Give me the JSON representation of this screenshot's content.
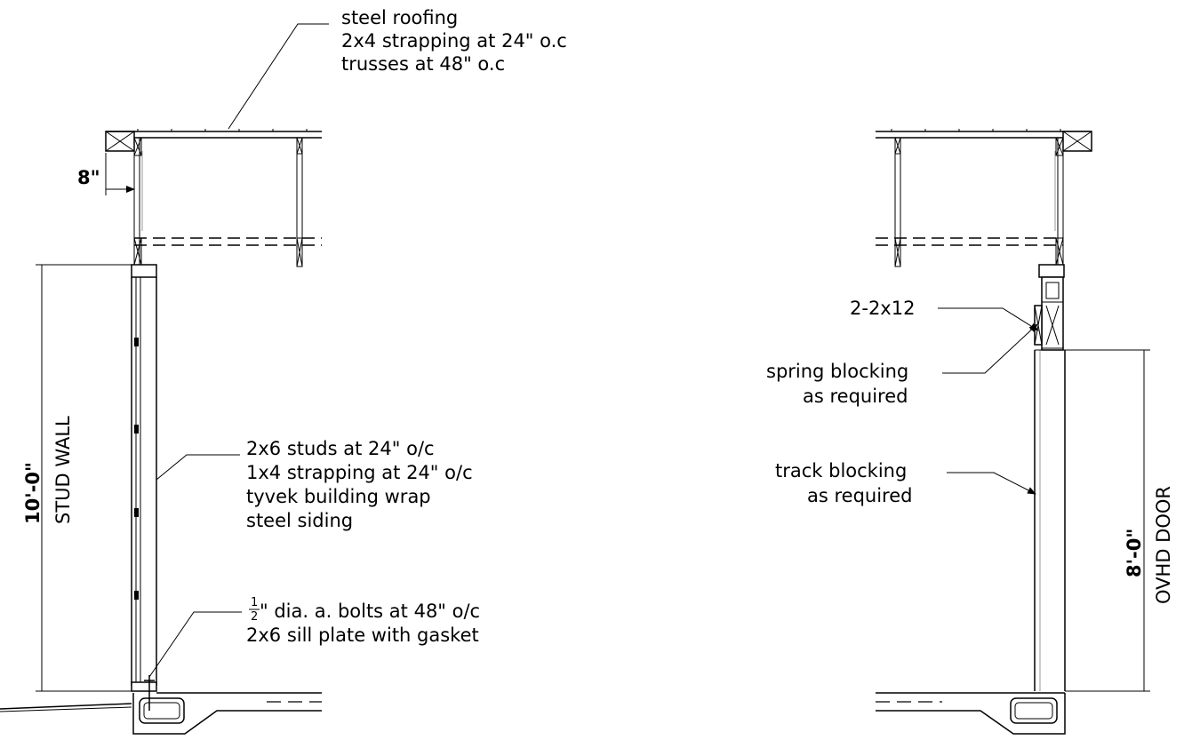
{
  "notes": {
    "roof": [
      "steel roofing",
      "2x4 strapping at 24\" o.c",
      "trusses at 48\" o.c"
    ],
    "overhang": "8\"",
    "wall": [
      "2x6 studs at 24\" o/c",
      "1x4 strapping at 24\" o/c",
      "tyvek building wrap",
      "steel siding"
    ],
    "bolts_frac": "1",
    "bolts_den": "2",
    "bolts": [
      "\" dia. a. bolts at 48\" o/c",
      "2x6 sill plate with gasket"
    ],
    "header": "2-2x12",
    "spring": [
      "spring blocking",
      "as required"
    ],
    "track": [
      "track blocking",
      "as required"
    ]
  },
  "dimensions": {
    "left_height": "10'-0\"",
    "left_label": "STUD WALL",
    "right_height": "8'-0\"",
    "right_label": "OVHD DOOR"
  }
}
